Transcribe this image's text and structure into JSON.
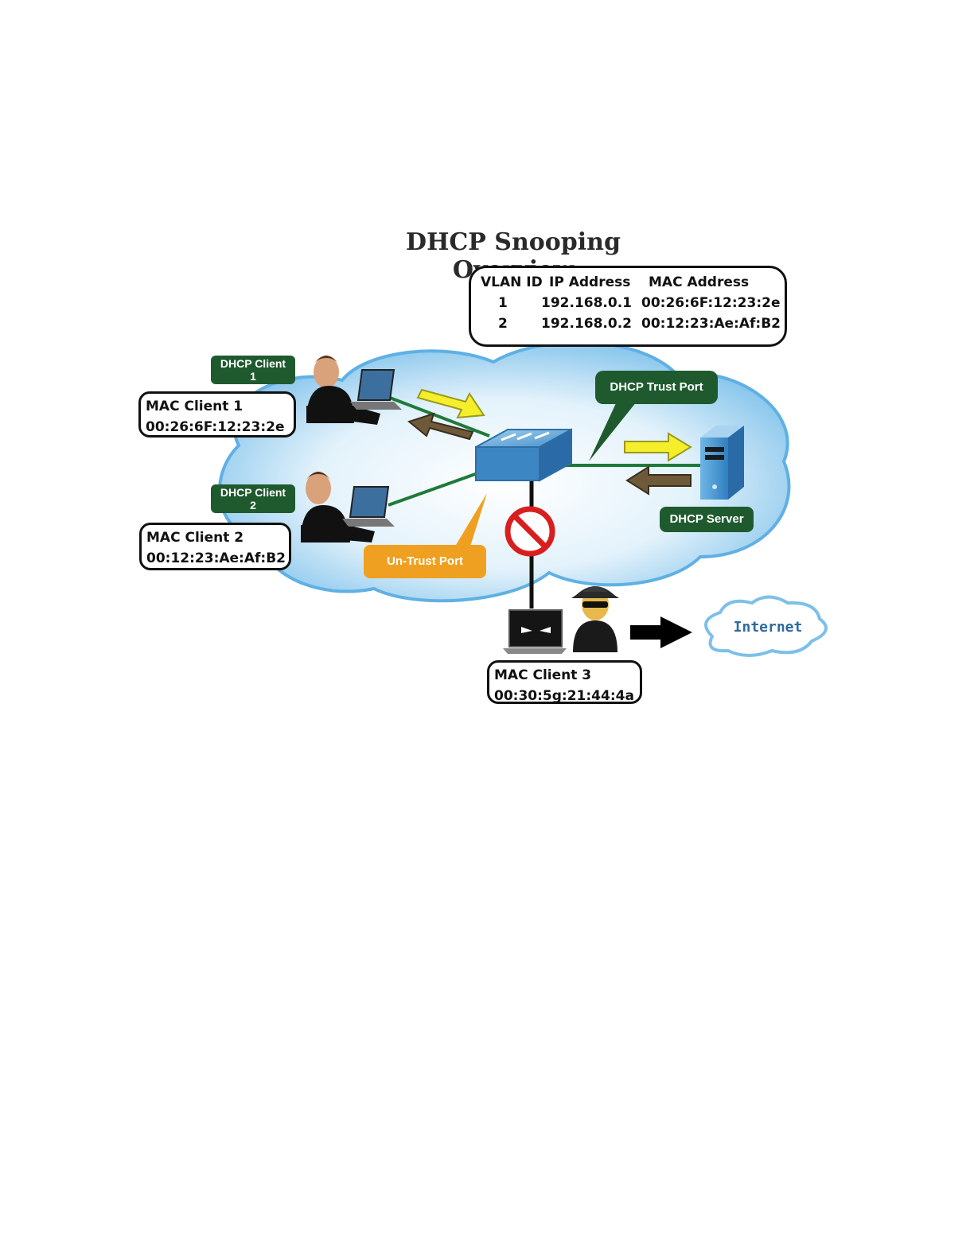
{
  "title": "DHCP Snooping Overview",
  "binding_table": {
    "headers": [
      "VLAN ID",
      "IP Address",
      "MAC Address"
    ],
    "rows": [
      [
        "1",
        "192.168.0.1",
        "00:26:6F:12:23:2e"
      ],
      [
        "2",
        "192.168.0.2",
        "00:12:23:Ae:Af:B2"
      ]
    ]
  },
  "tags": {
    "client1_line1": "DHCP Client",
    "client1_line2": "1",
    "client2_line1": "DHCP Client",
    "client2_line2": "2",
    "trust_port": "DHCP Trust Port",
    "server": "DHCP Server",
    "untrust_port": "Un-Trust Port",
    "internet": "Internet"
  },
  "mac_boxes": {
    "client1": {
      "label": "MAC  Client 1",
      "mac": "00:26:6F:12:23:2e"
    },
    "client2": {
      "label": "MAC Client 2",
      "mac": "00:12:23:Ae:Af:B2"
    },
    "client3": {
      "label": "MAC  Client  3",
      "mac": "00:30:5g:21:44:4a"
    }
  },
  "icons": [
    "laptop-user-icon",
    "switch-icon",
    "server-icon",
    "prohibited-icon",
    "hacker-icon",
    "internet-cloud-icon",
    "arrow-icon"
  ],
  "colors": {
    "cloud": "#c9e6f7",
    "link_green": "#1e7a3a",
    "tag_green": "#1f5a2e",
    "tag_orange": "#f0a020",
    "request_arrow": "#f5ee2a",
    "reply_arrow": "#6e5a3a",
    "prohibit_red": "#d81e1e"
  }
}
